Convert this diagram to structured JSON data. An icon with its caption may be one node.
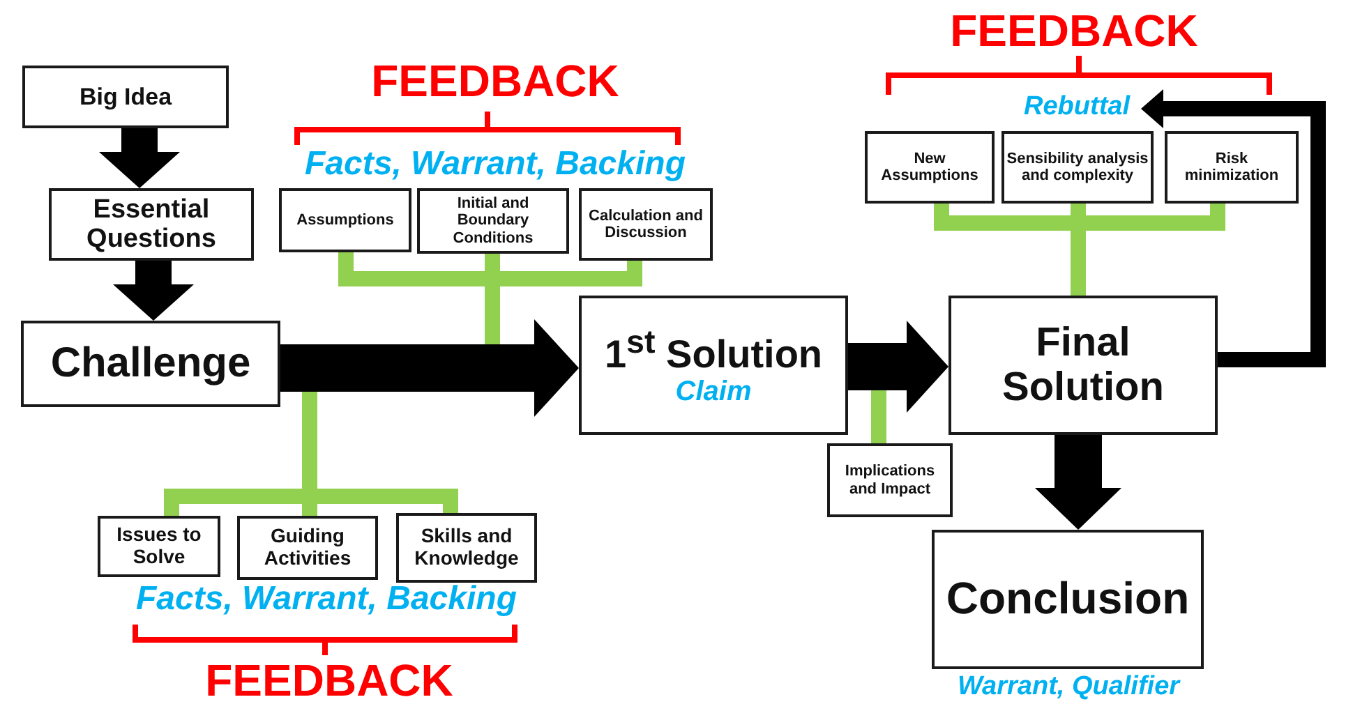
{
  "diagram": {
    "nodes": [
      {
        "text": [
          "Big Idea"
        ]
      },
      {
        "text": [
          "Essential Questions"
        ]
      },
      {
        "text": [
          "Challenge"
        ]
      },
      {
        "text": [
          "1$^{st}$ Solution",
          "Claim"
        ]
      },
      {
        "text": [
          "Final Solution"
        ]
      },
      {
        "text": [
          "Conclusion"
        ],
        "beside": [
          "Warrant, Qualifier"
        ]
      },
      {
        "text": [
          "Assumptions"
        ]
      },
      {
        "text": [
          "Initial and Boundary Conditions"
        ]
      },
      {
        "text": [
          "Calculation and Discussion"
        ]
      },
      {
        "text": [
          "Issues to Solve"
        ]
      },
      {
        "text": [
          "Guiding Activities"
        ]
      },
      {
        "text": [
          "Skills and Knowledge"
        ]
      },
      {
        "text": [
          "Implications and Impact"
        ]
      },
      {
        "text": [
          "New Assumptions"
        ]
      },
      {
        "text": [
          "Sensibility analysis and complexity"
        ]
      },
      {
        "text": [
          "Risk minimization"
        ]
      },
      {
        "text": [
          "Rebuttal"
        ]
      }
    ],
    "edges": [
      {
        "from": 0,
        "to": 1,
        "arrow": "to",
        "style": "thick",
        "color": "#000000"
      },
      {
        "from": 1,
        "to": 2,
        "arrow": "to",
        "style": "thick",
        "color": "#000000"
      },
      {
        "from": 2,
        "to": 3,
        "arrow": "to",
        "style": "thick",
        "color": "#000000"
      },
      {
        "from": 3,
        "to": 4,
        "arrow": "to",
        "style": "thick",
        "color": "#000000"
      },
      {
        "from": 4,
        "to": 5,
        "arrow": "to",
        "style": "thick",
        "color": "#000000"
      },
      {
        "from": 4,
        "to": 16,
        "arrow": "to",
        "color": "#000000"
      },
      {
        "from": 6,
        "to": null,
        "arrow": "none"
      },
      {
        "from": 7,
        "to": null,
        "arrow": "none"
      },
      {
        "from": 8,
        "to": null,
        "arrow": "none"
      },
      {
        "from": 9,
        "to": null,
        "arrow": "none"
      },
      {
        "from": 10,
        "to": null,
        "arrow": "none"
      },
      {
        "from": 11,
        "to": null,
        "arrow": "none"
      },
      {
        "from": 12,
        "to": null,
        "arrow": "none"
      },
      {
        "from": 13,
        "to": 4,
        "arrow": "none"
      },
      {
        "from": 14,
        "to": 4,
        "arrow": "none"
      },
      {
        "from": 15,
        "to": 4,
        "arrow": "none"
      }
    ],
    "labels": [
      "FEEDBACK",
      "Facts, Warrant, Backing",
      "FEEDBACK",
      "Facts, Warrant, Backing",
      "FEEDBACK"
    ]
  }
}
